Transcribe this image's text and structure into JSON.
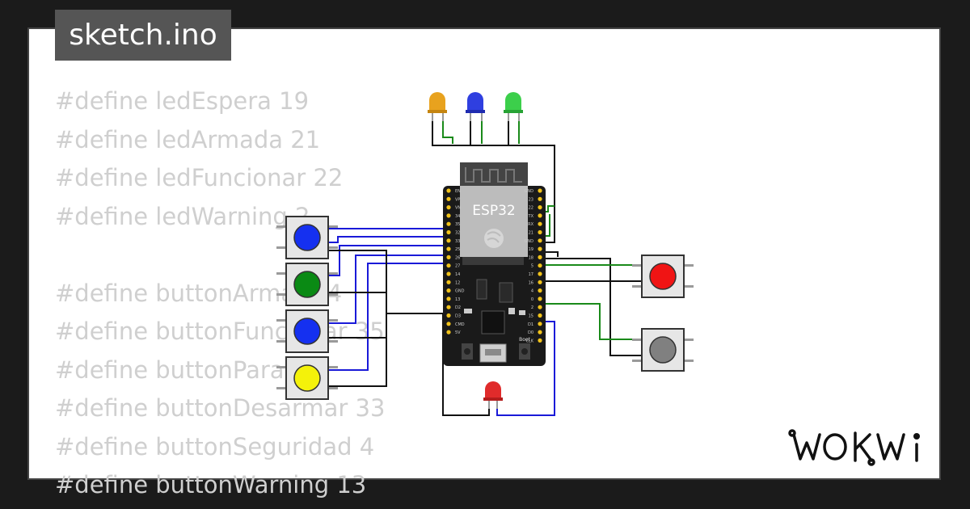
{
  "window": {
    "title": "sketch.ino"
  },
  "code": {
    "lines": [
      "#define ledEspera 19",
      "#define ledArmada 21",
      "#define ledFuncionar 22",
      "#define ledWarning 2",
      "",
      "#define buttonArmar 34",
      "#define buttonFuncionar 35",
      "#define buttonParar 32",
      "#define buttonDesarmar 33",
      "#define buttonSeguridad 4",
      "#define buttonWarning 13"
    ]
  },
  "board": {
    "label": "ESP32",
    "boot_label": "Boot",
    "left_pins": [
      "EN",
      "VP",
      "VN",
      "34",
      "35",
      "32",
      "33",
      "25",
      "26",
      "27",
      "14",
      "12",
      "GND",
      "13",
      "D2",
      "D3",
      "CMD",
      "5V"
    ],
    "right_pins": [
      "GND",
      "23",
      "22",
      "TX",
      "RX",
      "21",
      "GND",
      "19",
      "18",
      "5",
      "17",
      "16",
      "4",
      "0",
      "2",
      "15",
      "D1",
      "D0",
      "CLK"
    ]
  },
  "top_leds": [
    {
      "name": "orange",
      "color": "#e8a21e"
    },
    {
      "name": "blue",
      "color": "#2f3fe0"
    },
    {
      "name": "green",
      "color": "#3ccf4b"
    }
  ],
  "bottom_led": {
    "name": "red",
    "color": "#e02b2b"
  },
  "left_buttons": [
    {
      "name": "blue",
      "color": "#1530f0"
    },
    {
      "name": "green",
      "color": "#0a8a14"
    },
    {
      "name": "blue",
      "color": "#1530f0"
    },
    {
      "name": "yellow",
      "color": "#f4f20a"
    }
  ],
  "right_buttons": [
    {
      "name": "red",
      "color": "#f01414"
    },
    {
      "name": "gray",
      "color": "#808080"
    }
  ],
  "wire_colors": {
    "black": "#111111",
    "blue": "#1a1ad8",
    "green": "#1a8a1a"
  },
  "branding": {
    "logo": "WOKWi"
  }
}
